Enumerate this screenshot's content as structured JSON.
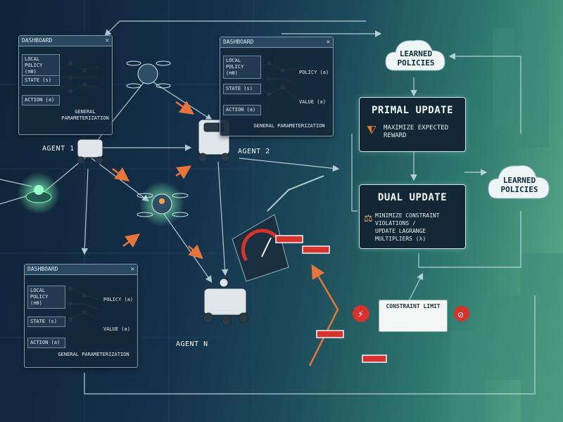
{
  "panels": [
    {
      "header": "DASHBOARD",
      "rows": [
        "LOCAL POLICY (πθ)",
        "STATE (s)",
        "ACTION (a)"
      ],
      "outputs": [],
      "caption": "GENERAL\nPARAMETERIZATION"
    },
    {
      "header": "DASHBOARD",
      "rows": [
        "LOCAL POLICY (πθ)",
        "STATE (s)",
        "ACTION (a)"
      ],
      "outputs": [
        "POLICY (a)",
        "VALUE (a)"
      ],
      "caption": "GENERAL PARAMETERIZATION"
    },
    {
      "header": "DASHBOARD",
      "rows": [
        "LOCAL POLICY (πθ)",
        "STATE (s)",
        "ACTION (a)"
      ],
      "outputs": [
        "POLICY (a)",
        "VALUE (a)"
      ],
      "caption": "GENERAL PARAMETERIZATION"
    }
  ],
  "agents": {
    "agent1": "AGENT 1",
    "agent2": "AGENT 2",
    "agentn": "AGENT N"
  },
  "primal": {
    "title": "PRIMAL UPDATE",
    "sub": "MAXIMIZE EXPECTED\nREWARD"
  },
  "dual": {
    "title": "DUAL UPDATE",
    "sub": "MINIMIZE CONSTRAINT VIOLATIONS /\nUPDATE LAGRANGE MULTIPLIERS (λ)"
  },
  "clouds": {
    "top": "LEARNED\nPOLICIES",
    "right": "LEARNED\nPOLICIES"
  },
  "constraint_limit": "CONSTRAINT LIMIT",
  "colors": {
    "accent_green": "#4ef0a0",
    "arrow_orange": "#e8763a",
    "warning_red": "#d8322c",
    "flow_line": "#cfe3ea"
  }
}
